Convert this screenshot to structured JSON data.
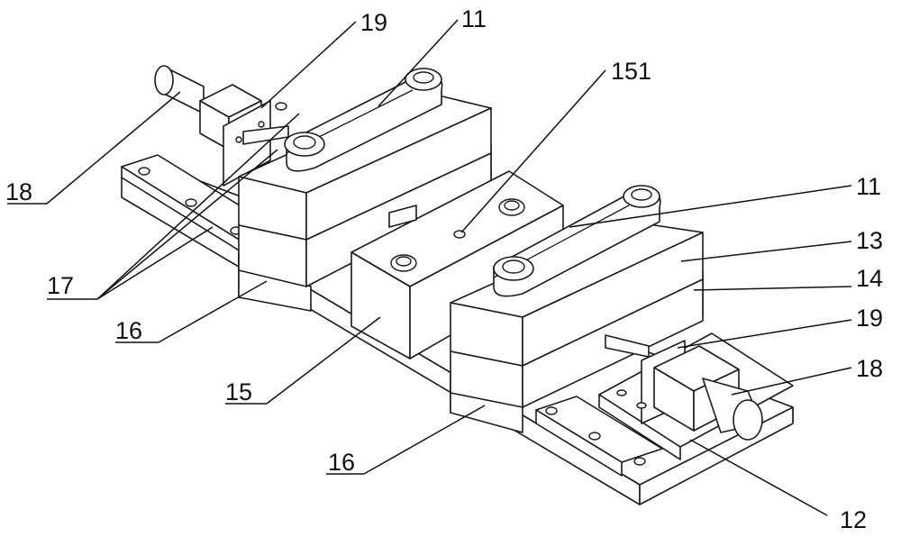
{
  "labels": {
    "l18_left": "18",
    "l19_top": "19",
    "l11_top": "11",
    "l151": "151",
    "l11_right": "11",
    "l13": "13",
    "l14": "14",
    "l19_right": "19",
    "l18_right": "18",
    "l17": "17",
    "l16_left": "16",
    "l15": "15",
    "l16_bottom": "16",
    "l12": "12"
  }
}
